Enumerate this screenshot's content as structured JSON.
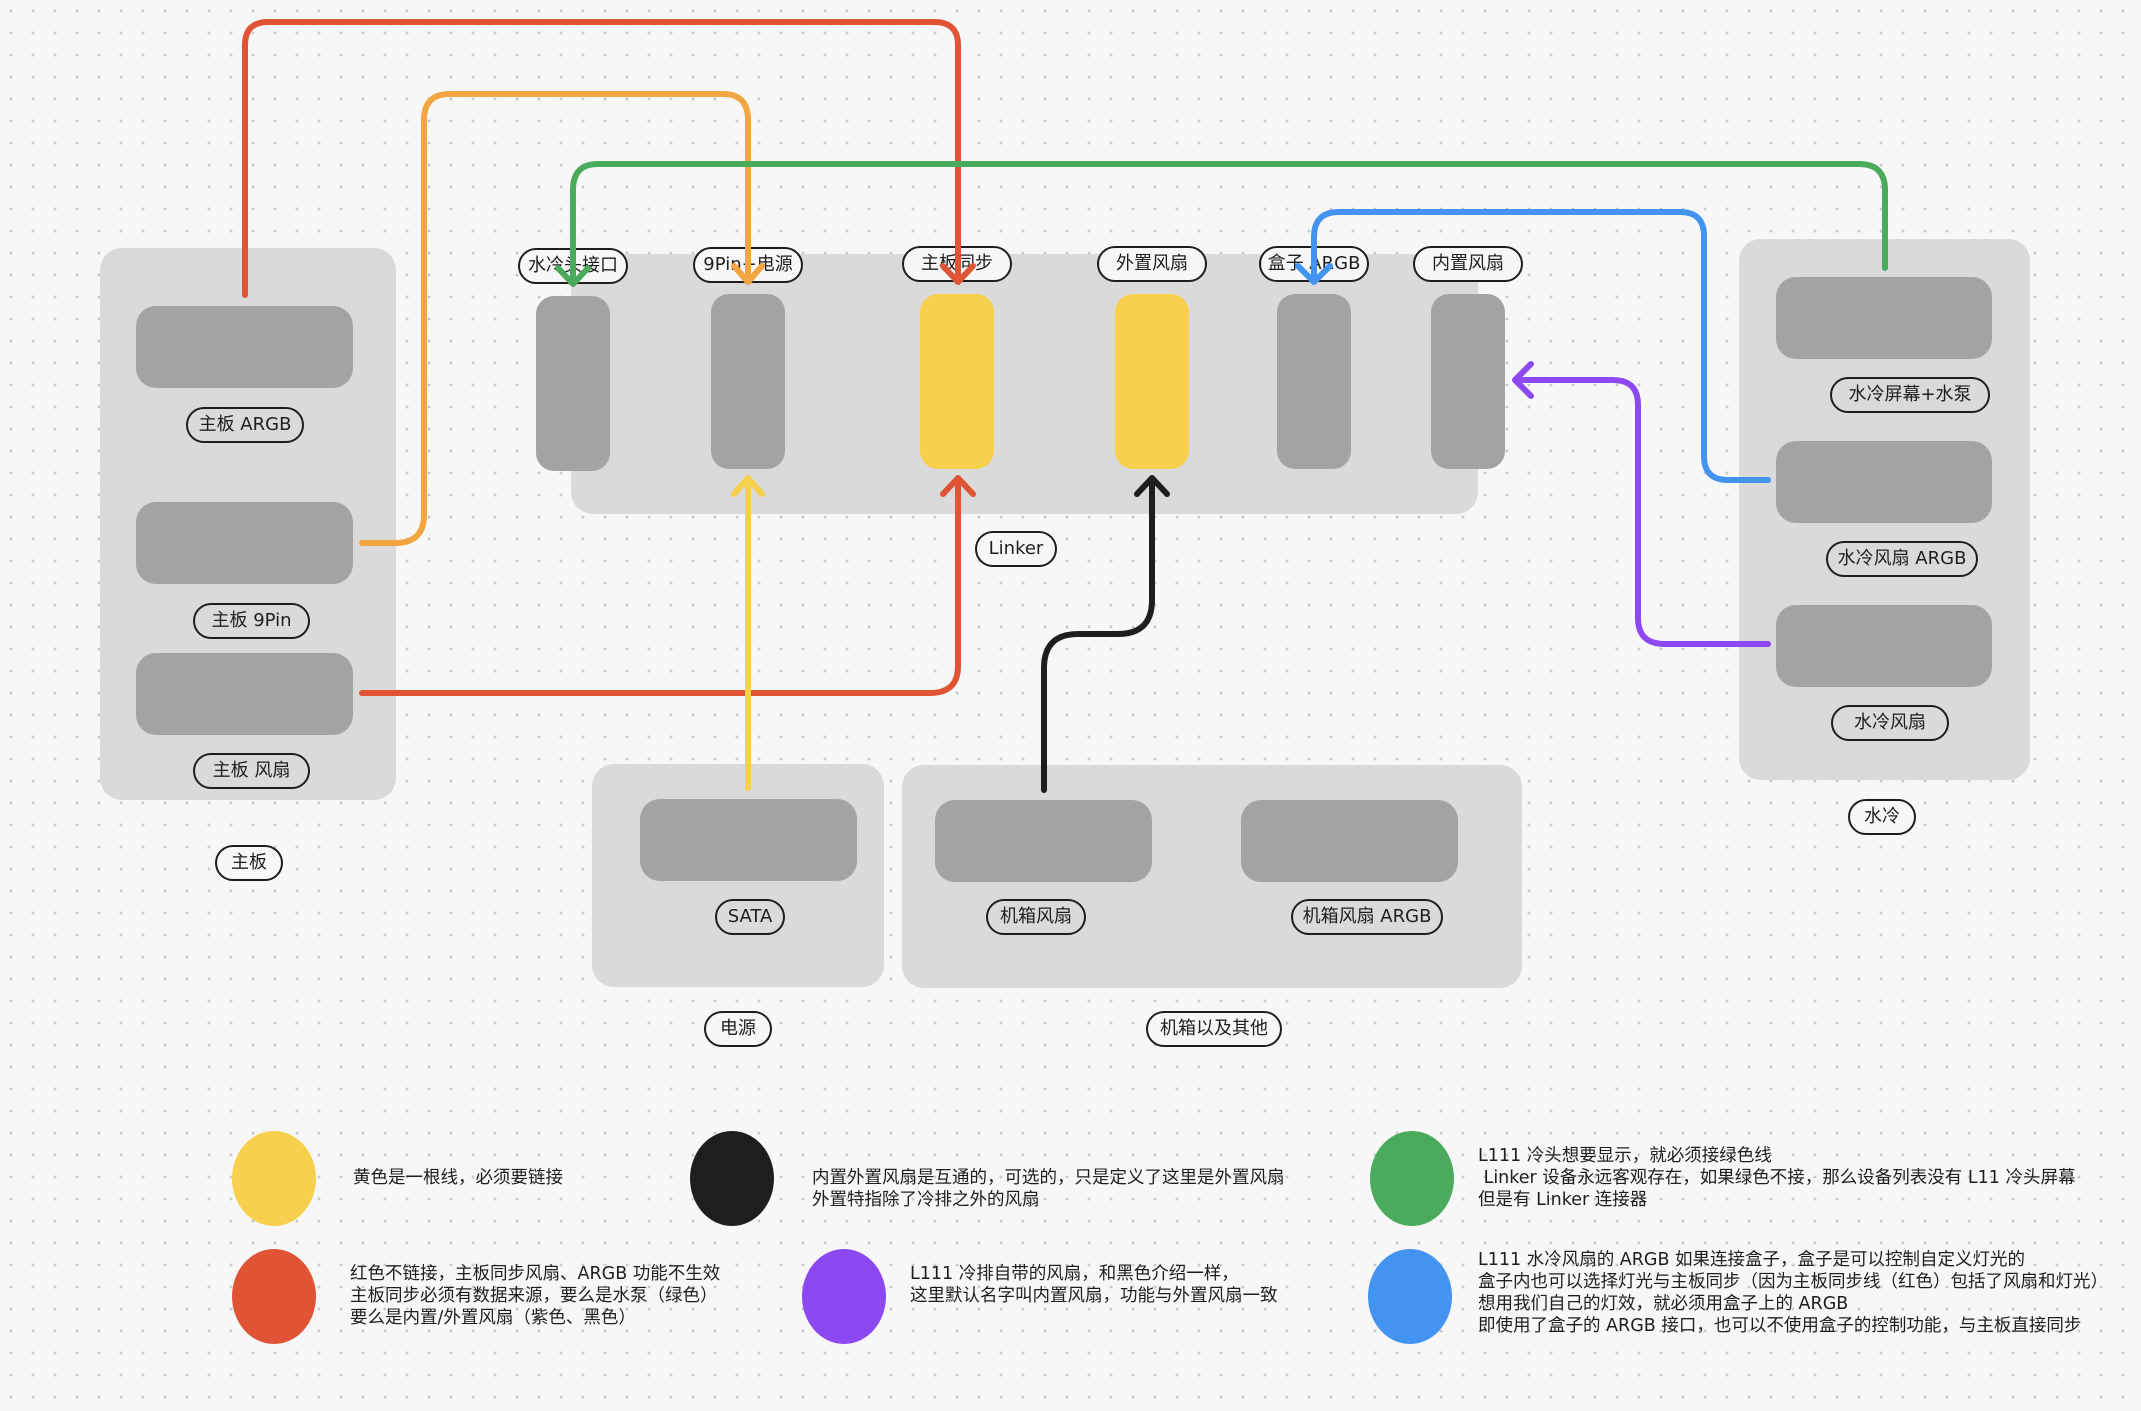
{
  "groups": {
    "motherboard": {
      "title": "主板",
      "blocks": [
        "主板 ARGB",
        "主板 9Pin",
        "主板 风扇"
      ]
    },
    "linker": {
      "title": "Linker",
      "ports": [
        "水冷头接口",
        "9Pin+电源",
        "主板同步",
        "外置风扇",
        "盒子 ARGB",
        "内置风扇"
      ]
    },
    "watercool": {
      "title": "水冷",
      "blocks": [
        "水冷屏幕+水泵",
        "水冷风扇 ARGB",
        "水冷风扇"
      ]
    },
    "psu": {
      "title": "电源",
      "blocks": [
        "SATA"
      ]
    },
    "case": {
      "title": "机箱以及其他",
      "blocks": [
        "机箱风扇",
        "机箱风扇 ARGB"
      ]
    }
  },
  "colors": {
    "yellow": "#f7d04d",
    "red": "#e05435",
    "orange": "#f2a541",
    "green": "#4aab5c",
    "blue": "#4294f0",
    "purple": "#8e48f2",
    "black": "#1e1e1e"
  },
  "legend": [
    {
      "color": "yellow",
      "lines": [
        "黄色是一根线，必须要链接"
      ]
    },
    {
      "color": "black",
      "lines": [
        "内置外置风扇是互通的，可选的，只是定义了这里是外置风扇",
        "外置特指除了冷排之外的风扇"
      ]
    },
    {
      "color": "green",
      "lines": [
        "L111 冷头想要显示，就必须接绿色线",
        " Linker 设备永远客观存在，如果绿色不接，那么设备列表没有 L11 冷头屏幕",
        "但是有 Linker 连接器"
      ]
    },
    {
      "color": "red",
      "lines": [
        "红色不链接，主板同步风扇、ARGB 功能不生效",
        "主板同步必须有数据来源，要么是水泵（绿色）",
        "要么是内置/外置风扇（紫色、黑色）"
      ]
    },
    {
      "color": "purple",
      "lines": [
        "L111 冷排自带的风扇，和黑色介绍一样，",
        "这里默认名字叫内置风扇，功能与外置风扇一致"
      ]
    },
    {
      "color": "blue",
      "lines": [
        "L111 水冷风扇的 ARGB 如果连接盒子，盒子是可以控制自定义灯光的",
        "盒子内也可以选择灯光与主板同步（因为主板同步线（红色）包括了风扇和灯光）",
        "",
        "想用我们自己的灯效，就必须用盒子上的 ARGB",
        "即使用了盒子的 ARGB 接口，也可以不使用盒子的控制功能，与主板直接同步"
      ]
    }
  ]
}
